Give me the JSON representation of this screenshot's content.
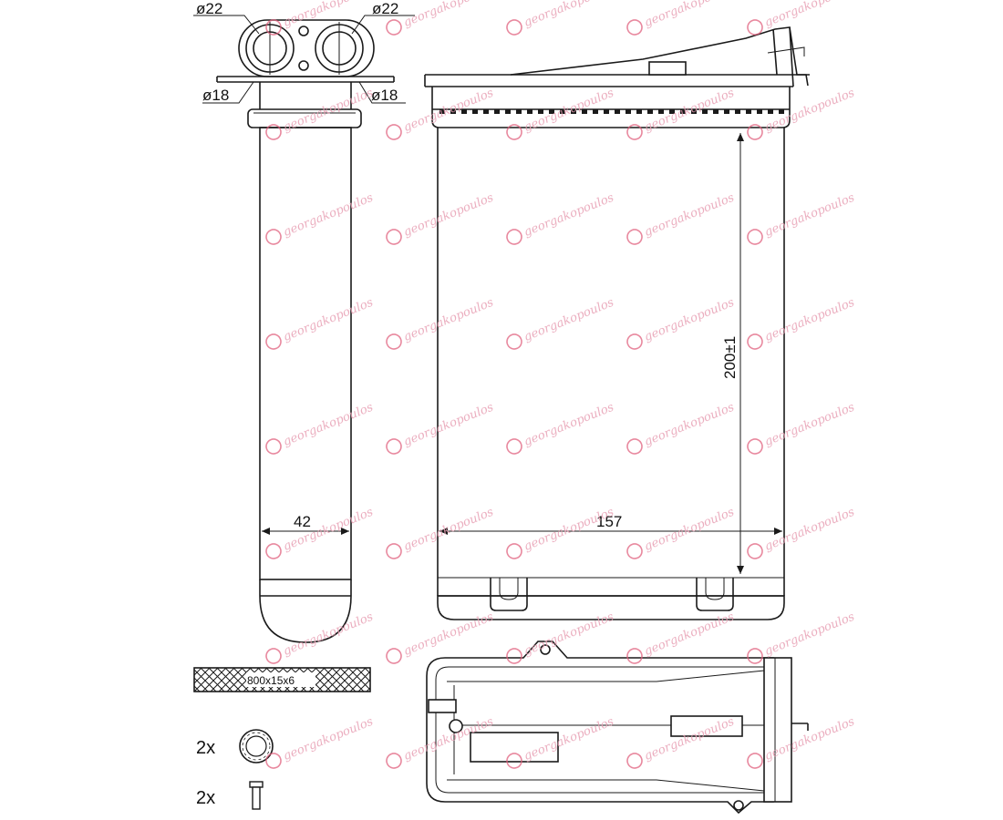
{
  "dimensions": {
    "tube_dia_left_top": "ø22",
    "tube_dia_right_top": "ø22",
    "tube_dia_left_bottom": "ø18",
    "tube_dia_right_bottom": "ø18",
    "side_width": "42",
    "core_width": "157",
    "core_height": "200±1",
    "gasket_size": "800x15x6"
  },
  "accessories": {
    "oring_qty": "2x",
    "bolt_qty": "2x"
  },
  "watermark": {
    "text": "georgakopoulos",
    "color": "#e8a0b4",
    "logo_color": "#e0607e"
  },
  "colors": {
    "line": "#1a1a1a",
    "background": "#ffffff"
  }
}
